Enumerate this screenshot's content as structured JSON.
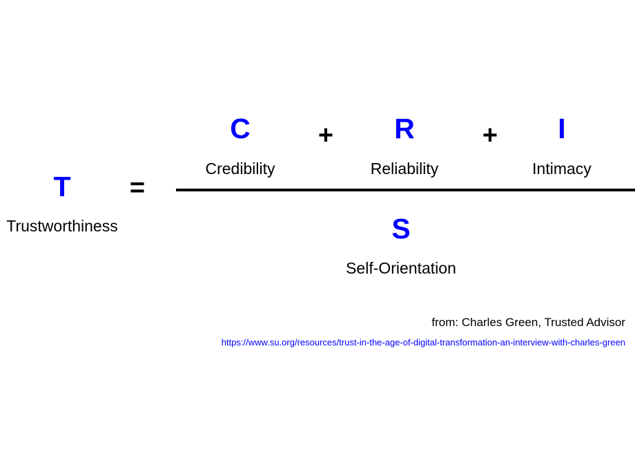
{
  "formula": {
    "lhs": {
      "letter": "T",
      "label": "Trustworthiness"
    },
    "equals": "=",
    "numerator": [
      {
        "letter": "C",
        "label": "Credibility"
      },
      {
        "letter": "R",
        "label": "Reliability"
      },
      {
        "letter": "I",
        "label": "Intimacy"
      }
    ],
    "plus": "+",
    "denominator": {
      "letter": "S",
      "label": "Self-Orientation"
    }
  },
  "source": {
    "credit": "from: Charles Green, Trusted Advisor",
    "url": "https://www.su.org/resources/trust-in-the-age-of-digital-transformation-an-interview-with-charles-green"
  },
  "colors": {
    "letters": "#0000ff",
    "text": "#000000",
    "link": "#0000ff",
    "background": "#ffffff"
  }
}
